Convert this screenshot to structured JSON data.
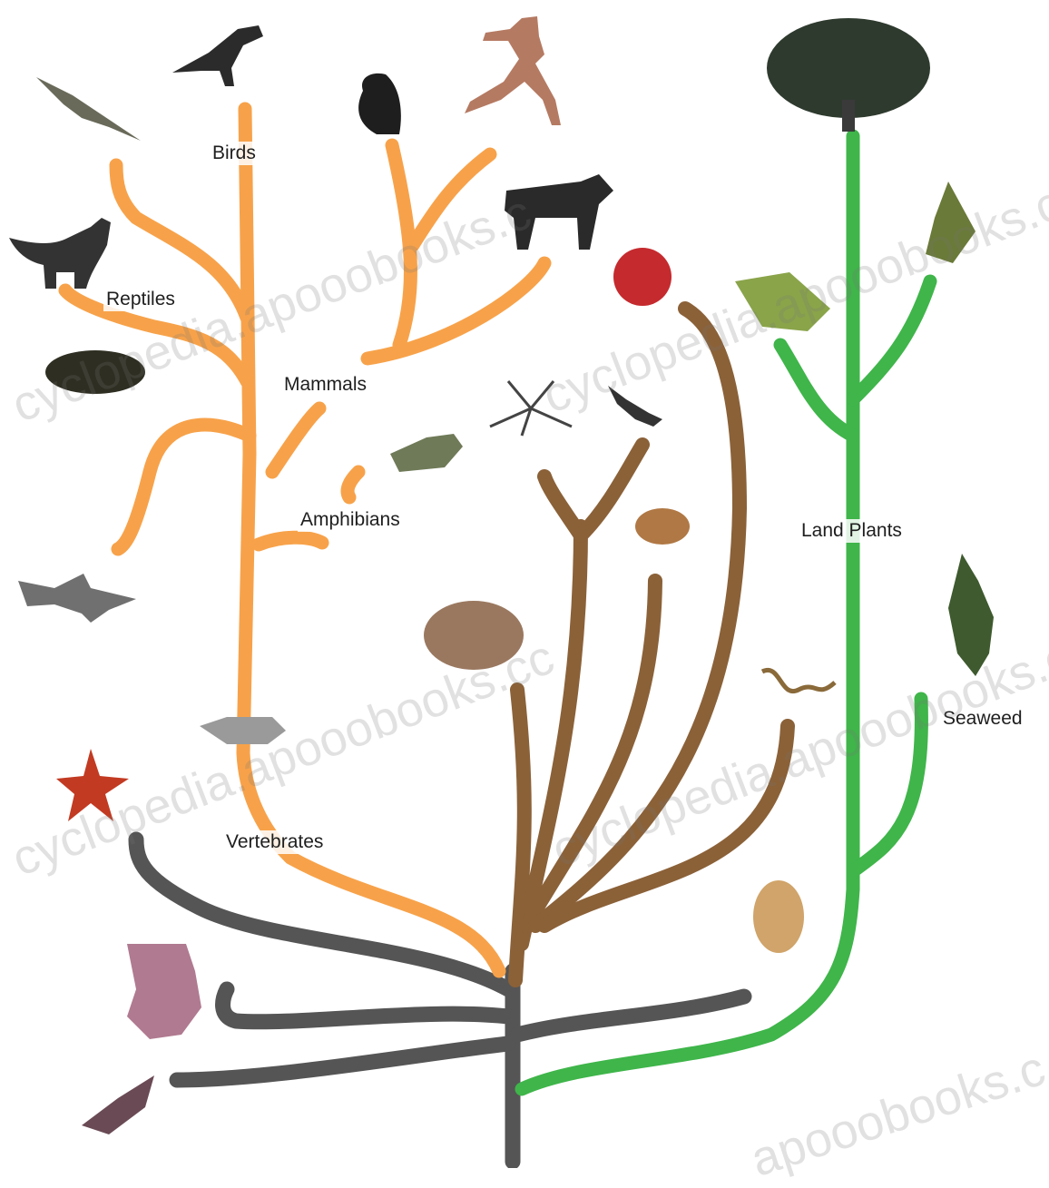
{
  "labels": {
    "birds": "Birds",
    "reptiles": "Reptiles",
    "mammals": "Mammals",
    "amphibians": "Amphibians",
    "vertebrates": "Vertebrates",
    "land_plants": "Land Plants",
    "seaweed": "Seaweed"
  },
  "watermarks": [
    "cyclopedia.apooobooks.c",
    "cyclopedia.apooobooks.c",
    "cyclopedia.apooobooks.cc",
    "cyclopedia.apooobooks.c",
    "apooobooks.c"
  ],
  "colors": {
    "vertebrates_branch": "#f7a24a",
    "invertebrates_branch": "#8b6138",
    "plants_branch": "#3fb54a",
    "base_branch": "#555555"
  }
}
